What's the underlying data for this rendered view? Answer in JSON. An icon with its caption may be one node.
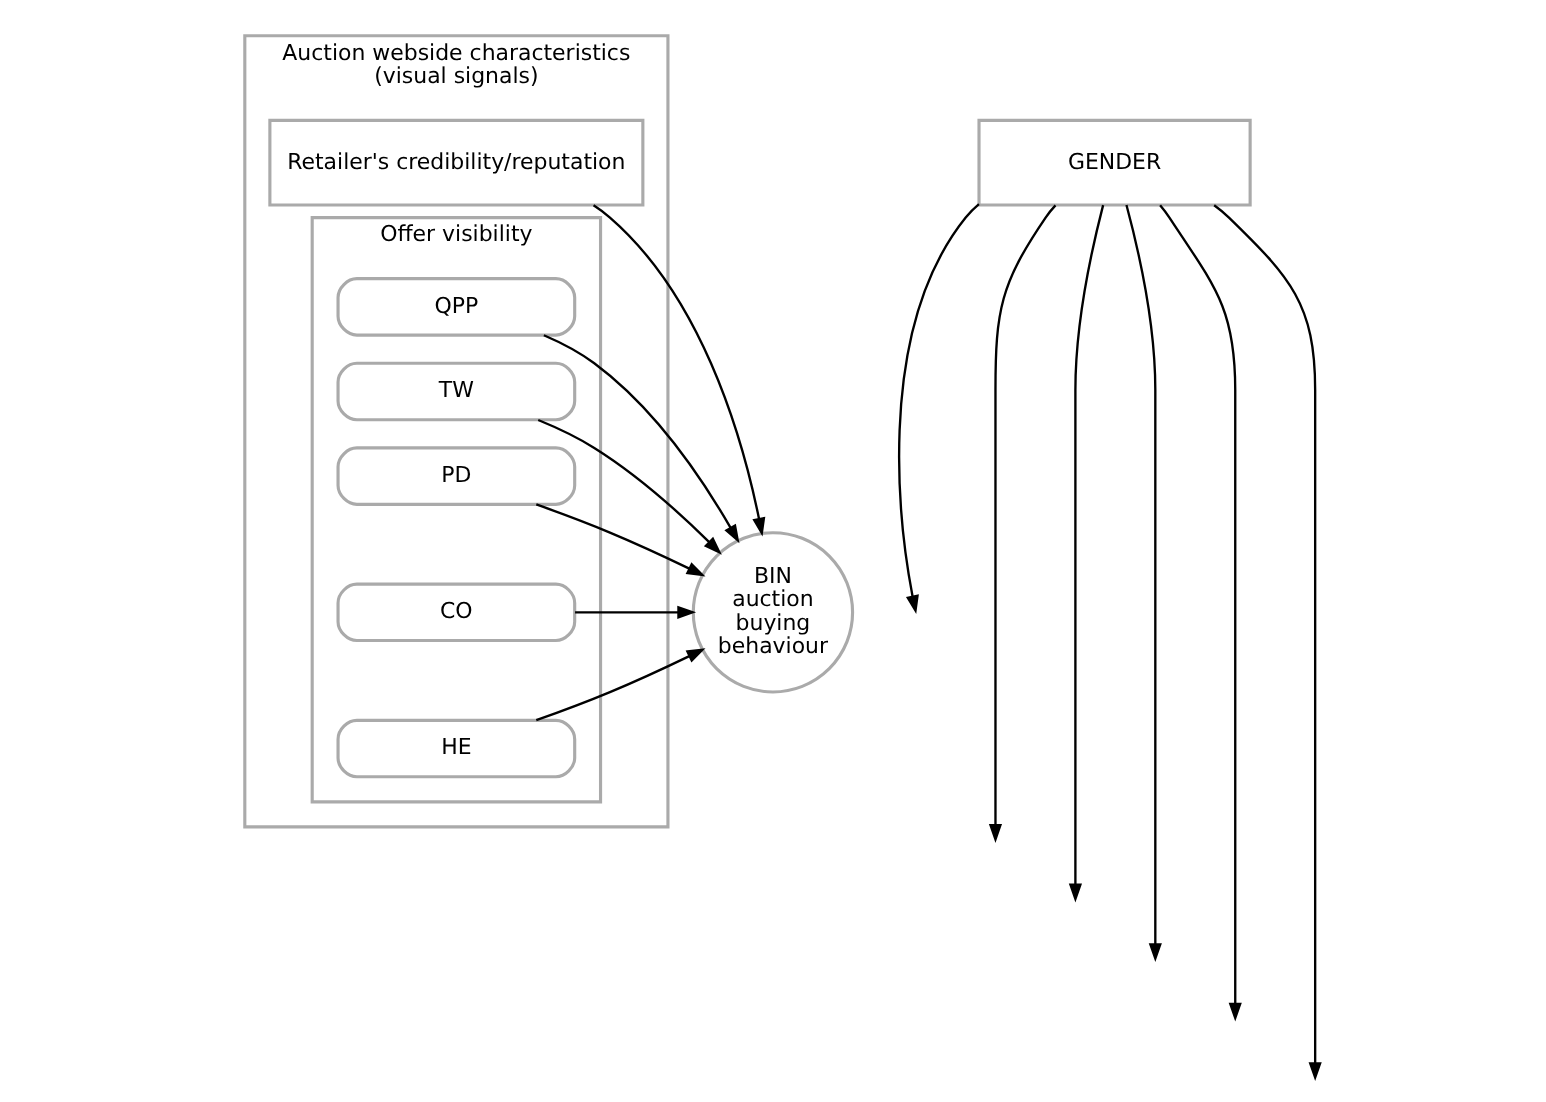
{
  "diagram": {
    "nodes": [
      {
        "text": [
          "Auction webside characteristics (visual signals)"
        ]
      },
      {
        "text": [
          "Retailer's credibility/reputation"
        ],
        "in": 0
      },
      {
        "text": [
          "Offer visibility"
        ],
        "in": 0
      },
      {
        "text": [
          "QPP"
        ],
        "in": 2
      },
      {
        "text": [
          "TW"
        ],
        "in": 2
      },
      {
        "text": [
          "PD"
        ],
        "in": 2
      },
      {
        "text": [
          "CO"
        ],
        "in": 2
      },
      {
        "text": [
          "HE"
        ],
        "in": 2
      },
      {
        "text": [
          "GENDER"
        ]
      },
      {
        "text": [
          "BIN auction buying behaviour"
        ]
      }
    ],
    "edges": [
      {
        "from": 8,
        "to": null,
        "arrow": "to"
      },
      {
        "from": 8,
        "to": null,
        "arrow": "to"
      },
      {
        "from": 8,
        "to": null,
        "arrow": "to"
      },
      {
        "from": 8,
        "to": null,
        "arrow": "to"
      },
      {
        "from": 8,
        "to": null,
        "arrow": "to"
      },
      {
        "from": 8,
        "to": null,
        "arrow": "to"
      },
      {
        "from": 1,
        "to": 9,
        "arrow": "to"
      },
      {
        "from": 3,
        "to": 9,
        "arrow": "to"
      },
      {
        "from": 4,
        "to": 9,
        "arrow": "to"
      },
      {
        "from": 5,
        "to": 9,
        "arrow": "to"
      },
      {
        "from": 6,
        "to": 9,
        "arrow": "to"
      },
      {
        "from": 7,
        "to": 9,
        "arrow": "to"
      }
    ]
  }
}
